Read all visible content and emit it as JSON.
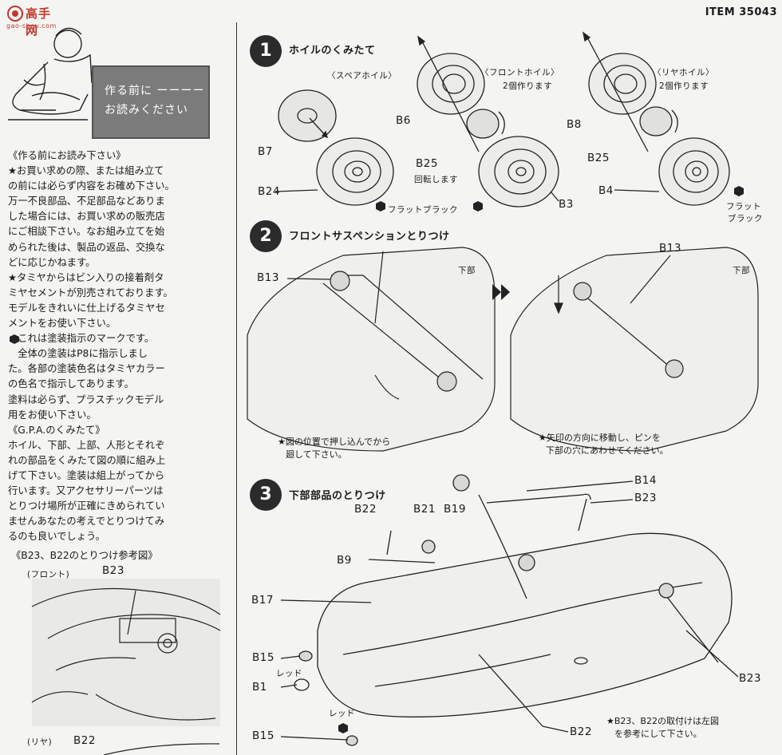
{
  "header": {
    "logo_text": "高手网",
    "logo_url": "gao-shou.com",
    "item_number": "ITEM 35043"
  },
  "intro_box": {
    "line1": "作る前に ーーーー",
    "line2": "お読みください"
  },
  "left_text": {
    "lines": [
      "《作る前にお読み下さい》",
      "★お買い求めの際、または組み立て",
      "の前には必らず内容をお確め下さい。",
      "万一不良部品、不足部品などありま",
      "した場合には、お買い求めの販売店",
      "にご相談下さい。なお組み立てを始",
      "められた後は、製品の返品、交換な",
      "どに応じかねます。",
      "★タミヤからはビン入りの接着剤タ",
      "ミヤセメントが別売されております。",
      "モデルをきれいに仕上げるタミヤセ",
      "メントをお使い下さい。",
      "　これは塗装指示のマークです。",
      "　全体の塗装はP8に指示しまし",
      "た。各部の塗装色名はタミヤカラー",
      "の色名で指示してあります。",
      "塗料は必らず、プラスチックモデル",
      "用をお使い下さい。",
      "《G.P.A.のくみたて》",
      "ホイル、下部、上部、人形とそれぞ",
      "れの部品をくみたて図の順に組み上",
      "げて下さい。塗装は組上がってから",
      "行います。又アクセサリーパーツは",
      "とりつけ場所が正確にきめられてい",
      "ませんあなたの考えでとりつけてみ",
      "るのも良いでしょう。"
    ],
    "reference_title": "《B23、B22のとりつけ参考図》",
    "front_label": "(フロント)",
    "rear_label": "(リヤ)",
    "ref_b23": "B23",
    "ref_b22": "B22"
  },
  "step1": {
    "number": "1",
    "title": "ホイルのくみたて",
    "spare_label": "〈スペアホイル〉",
    "front_label": "〈フロントホイル〉",
    "front_qty": "2個作ります",
    "rear_label": "〈リヤホイル〉",
    "rear_qty": "2個作ります",
    "rotate_note": "回転します",
    "paint_left": "フラットブラック",
    "paint_right_1": "フラット",
    "paint_right_2": "ブラック",
    "parts": {
      "b7": "B7",
      "b24": "B24",
      "b6": "B6",
      "b25a": "B25",
      "b3": "B3",
      "b8": "B8",
      "b25b": "B25",
      "b4": "B4"
    }
  },
  "step2": {
    "number": "2",
    "title": "フロントサスペンションとりつけ",
    "b13_left": "B13",
    "b13_right": "B13",
    "lower_left": "下部",
    "lower_right": "下部",
    "note_left_1": "★図の位置で押し込んでから",
    "note_left_2": "廻して下さい。",
    "note_right_1": "★矢印の方向に移動し、ピンを",
    "note_right_2": "下部の穴にあわせてください。"
  },
  "step3": {
    "number": "3",
    "title": "下部部品のとりつけ",
    "parts": {
      "b14": "B14",
      "b23a": "B23",
      "b22a": "B22",
      "b21": "B21",
      "b19": "B19",
      "b9": "B9",
      "b17": "B17",
      "b15a": "B15",
      "b1": "B1",
      "b15b": "B15",
      "b22b": "B22",
      "b23b": "B23"
    },
    "red1": "レッド",
    "red2": "レッド",
    "note_1": "★B23、B22の取付けは左図",
    "note_2": "を参考にして下さい。"
  },
  "colors": {
    "ink": "#1a1a1a",
    "paper": "#f4f4f2",
    "logo": "#c0392b",
    "box": "#7b7b7b"
  }
}
